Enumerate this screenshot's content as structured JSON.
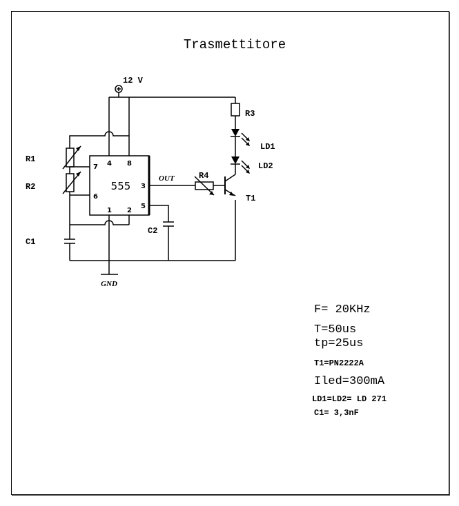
{
  "title": "Trasmettitore",
  "supply": {
    "label": "12 V",
    "symbol": "plus-terminal"
  },
  "ground": {
    "label": "GND"
  },
  "ic": {
    "name": "555",
    "pins": {
      "p1": "1",
      "p2": "2",
      "p3": "3",
      "p4": "4",
      "p5": "5",
      "p6": "6",
      "p7": "7",
      "p8": "8"
    },
    "output_label": "OUT"
  },
  "components": {
    "r1": "R1",
    "r2": "R2",
    "r3": "R3",
    "r4": "R4",
    "c1": "C1",
    "c2": "C2",
    "ld1": "LD1",
    "ld2": "LD2",
    "t1": "T1"
  },
  "specs": {
    "frequency": "F= 20KHz",
    "period": "T=50us",
    "pulse": "tp=25us",
    "transistor": "T1=PN2222A",
    "led_current": "Iled=300mA",
    "leds": "LD1=LD2= LD 271",
    "c1_value": "C1= 3,3nF"
  }
}
